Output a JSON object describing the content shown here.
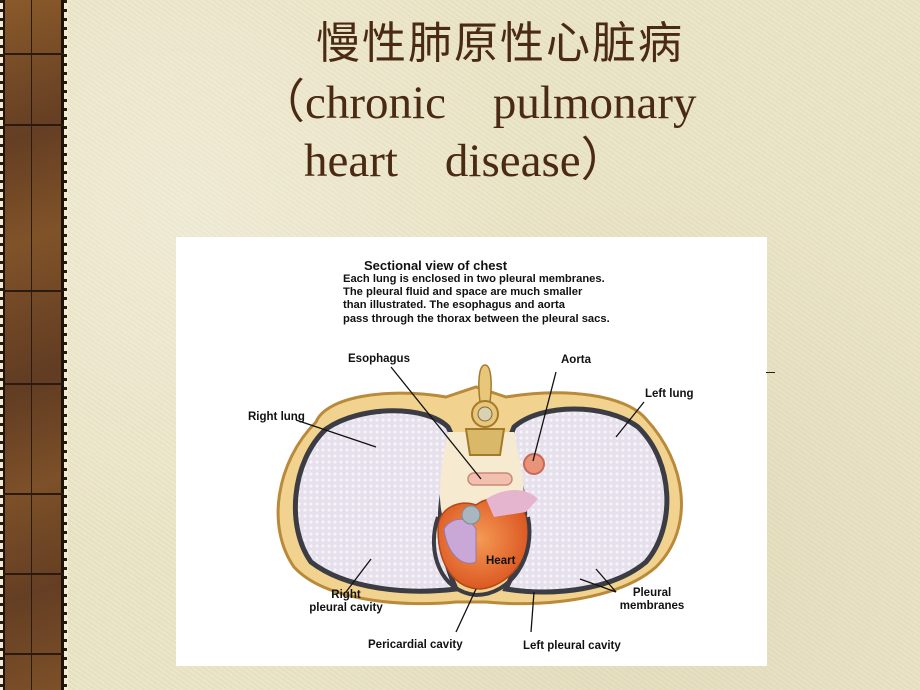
{
  "slide": {
    "title_cn": "慢性肺原性心脏病",
    "title_en_line1": "（chronic    pulmonary",
    "title_en_line2": "heart    disease）",
    "title_color": "#4a2a12",
    "background_color": "#ebe4c6"
  },
  "figure": {
    "heading": "Sectional view of chest",
    "caption_lines": [
      "Each lung is enclosed in two pleural membranes.",
      "The pleural fluid and space are much smaller",
      "than illustrated.  The esophagus and aorta",
      "pass through the thorax between the pleural sacs."
    ],
    "labels": {
      "esophagus": "Esophagus",
      "aorta": "Aorta",
      "right_lung": "Right lung",
      "left_lung": "Left lung",
      "heart": "Heart",
      "right_pleural_cavity_1": "Right",
      "right_pleural_cavity_2": "pleural cavity",
      "pericardial_cavity": "Pericardial cavity",
      "left_pleural_cavity": "Left pleural cavity",
      "pleural_membranes_1": "Pleural",
      "pleural_membranes_2": "membranes"
    }
  }
}
